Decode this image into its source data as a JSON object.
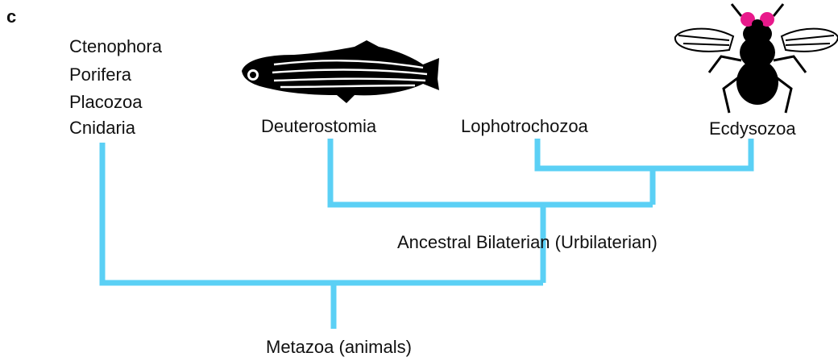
{
  "panel_label": "c",
  "taxa": {
    "basal": [
      "Ctenophora",
      "Porifera",
      "Placozoa",
      "Cnidaria"
    ],
    "deuterostomia": "Deuterostomia",
    "lophotrochozoa": "Lophotrochozoa",
    "ecdysozoa": "Ecdysozoa"
  },
  "nodes": {
    "urbilaterian": "Ancestral Bilaterian (Urbilaterian)",
    "metazoa": "Metazoa (animals)"
  },
  "icons": {
    "fish": "zebrafish-icon",
    "fly": "fruit-fly-icon"
  },
  "colors": {
    "branch": "#5bd0f5",
    "fly_eye": "#e8198b"
  }
}
